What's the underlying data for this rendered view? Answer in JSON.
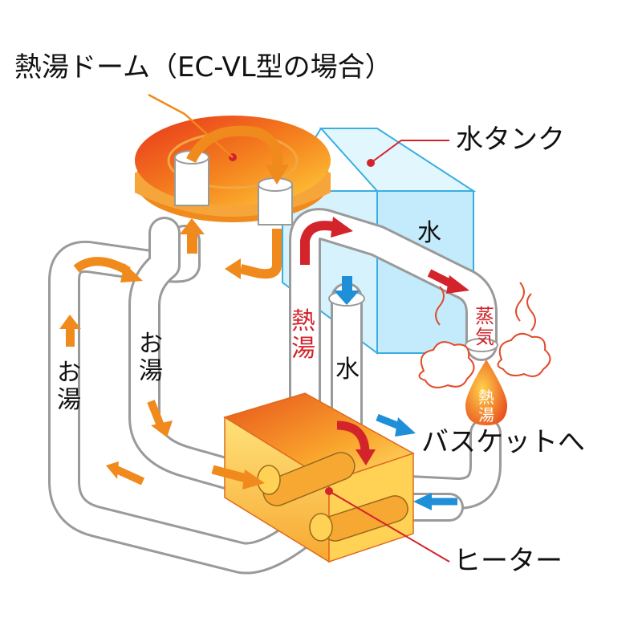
{
  "labels": {
    "dome": "熱湯ドーム（EC-VL型の場合）",
    "tank": "水タンク",
    "tank_water": "水",
    "hot_water_left": "お湯",
    "hot_water_mid": "お湯",
    "boiling_water": "熱湯",
    "cold_water": "水",
    "steam": "蒸気",
    "drop_label": "熱湯",
    "to_basket": "バスケットへ",
    "heater": "ヒーター"
  },
  "colors": {
    "tank_fill": "#cfeefc",
    "tank_edge": "#3aaee0",
    "pipe_fill": "#ffffff",
    "pipe_edge": "#9a9a9a",
    "heater_light": "#ffd24a",
    "heater_dark": "#e8541c",
    "orange_arrow": "#f08a1c",
    "red_arrow": "#d3232b",
    "blue_arrow": "#1f8fd8",
    "steam_edge": "#e24a2a"
  }
}
